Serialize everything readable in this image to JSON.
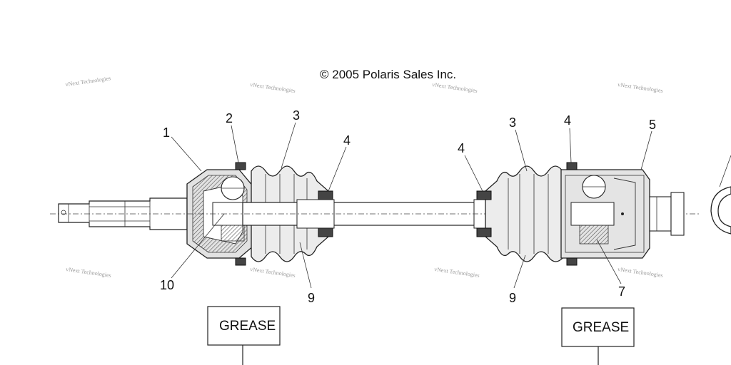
{
  "copyright": "© 2005 Polaris Sales Inc.",
  "watermark": "vNext Technologies",
  "callouts": [
    "1",
    "2",
    "3",
    "4",
    "4",
    "3",
    "4",
    "5",
    "10",
    "9",
    "9",
    "7"
  ],
  "grease_labels": [
    "GREASE",
    "GREASE"
  ],
  "colors": {
    "line": "#222222",
    "boot_fill": "#e8e8e8",
    "housing_fill": "#d9d9d9",
    "hatch": "#7a7a7a"
  }
}
